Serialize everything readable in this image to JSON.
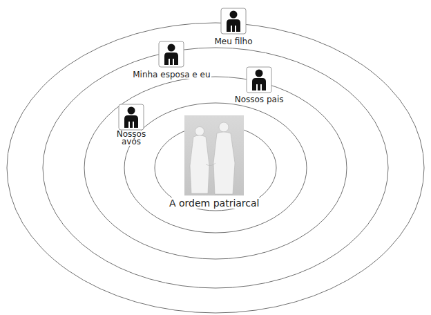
{
  "diagram": {
    "nodes": [
      {
        "text": [
          "Meu filho"
        ]
      },
      {
        "text": [
          "Minha esposa e eu"
        ]
      },
      {
        "text": [
          "Nossos pais"
        ]
      },
      {
        "text": [
          "Nossos avós"
        ]
      },
      {
        "text": [
          "A ordem patriarcal"
        ]
      }
    ]
  }
}
